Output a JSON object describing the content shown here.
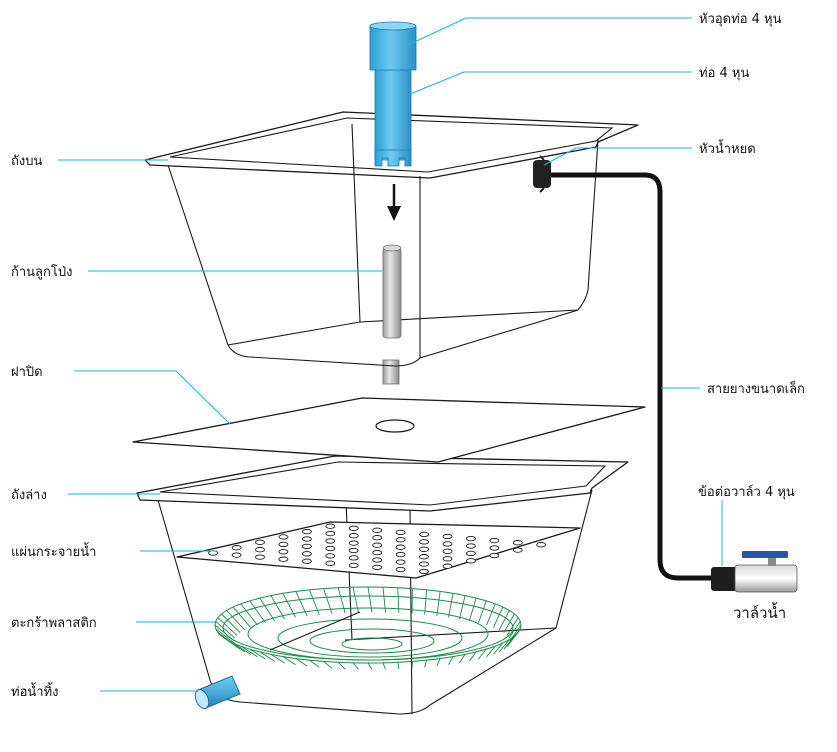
{
  "labels": {
    "vent_cap": "หัวอุดท่อ 4 หุน",
    "pipe": "ท่อ 4 หุน",
    "upper_tank": "ถังบน",
    "drip_head": "หัวน้ำหยด",
    "float_rod": "ก้านลูกโป่ง",
    "lid": "ฝาปิด",
    "small_hose": "สายยางขนาดเล็ก",
    "lower_tank": "ถังล่าง",
    "valve_connector": "ข้อต่อวาล์ว 4 หุน",
    "water_spreader": "แผ่นกระจายน้ำ",
    "plastic_basket": "ตะกร้าพลาสติก",
    "valve": "วาล์วน้ำ",
    "drain_pipe": "ท่อน้ำทิ้ง"
  },
  "colors": {
    "leader": "#17b3d8",
    "pipe_blue": "#3fb3e6",
    "basket_green": "#1d8a4c",
    "hose_black": "#111111",
    "valve_handle": "#2b56a8"
  }
}
